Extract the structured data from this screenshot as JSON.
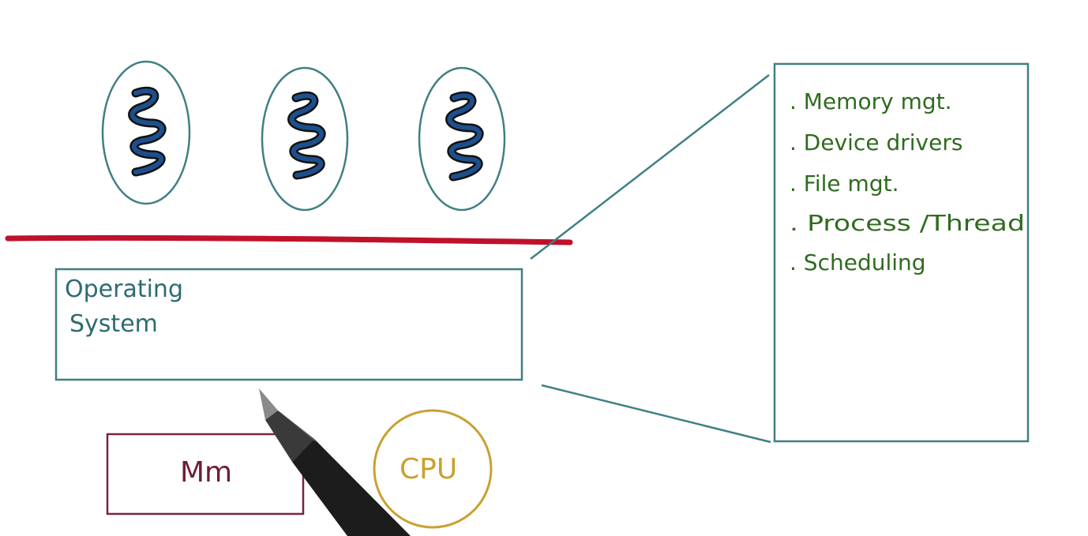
{
  "diagram": {
    "threads": [
      {
        "label": ""
      },
      {
        "label": ""
      },
      {
        "label": ""
      }
    ],
    "os_box": {
      "line1": "Operating",
      "line2": "System"
    },
    "detail_box": {
      "items": [
        ". Memory mgt.",
        ". Device drivers",
        ". File mgt.",
        ". Process /Thread",
        ". Scheduling"
      ]
    },
    "memory_box": {
      "label": "Mm"
    },
    "cpu_circle": {
      "label": "CPU"
    },
    "colors": {
      "outline": "#3f7f84",
      "thread_fill": "#1d4f8c",
      "boundary_line": "#c0112b",
      "list_text": "#2f6b1e",
      "memory": "#7a2440",
      "cpu": "#c9a130",
      "pen_body": "#1c1c1c"
    }
  }
}
